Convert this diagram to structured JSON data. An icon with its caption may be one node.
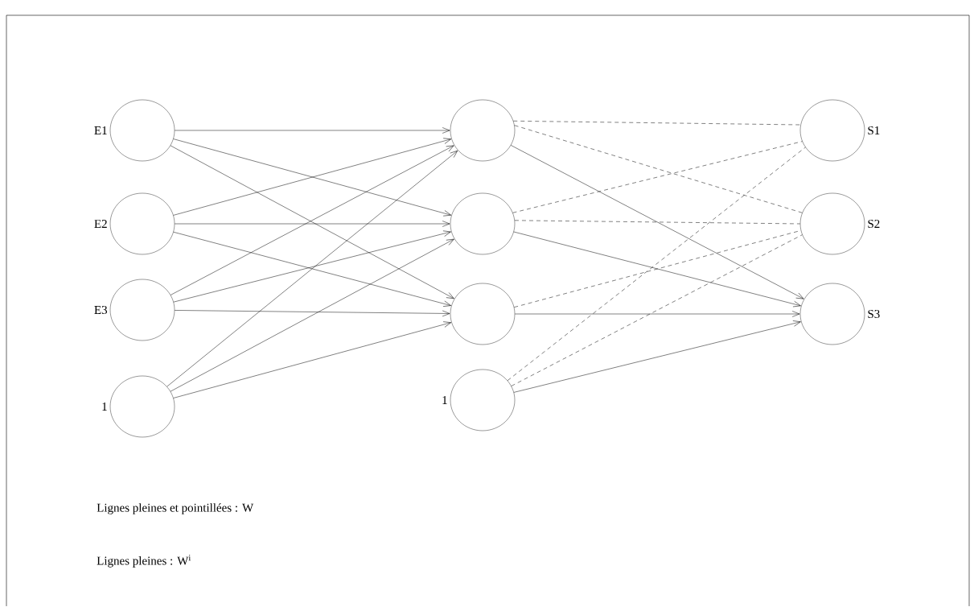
{
  "diagram": {
    "nodes": [
      {
        "text": [
          "E1"
        ]
      },
      {
        "text": [
          "E2"
        ]
      },
      {
        "text": [
          "E3"
        ]
      },
      {
        "text": [
          "1"
        ]
      },
      {
        "text": [],
        "shape": "ellipse"
      },
      {
        "text": [],
        "shape": "ellipse"
      },
      {
        "text": [],
        "shape": "ellipse"
      },
      {
        "text": [
          "1"
        ]
      },
      {
        "text": [
          "S1"
        ]
      },
      {
        "text": [
          "S2"
        ]
      },
      {
        "text": [
          "S3"
        ]
      }
    ],
    "edges": [
      {
        "from": 0,
        "to": 4,
        "arrow": "to"
      },
      {
        "from": 0,
        "to": 5,
        "arrow": "to"
      },
      {
        "from": 0,
        "to": 6,
        "arrow": "to"
      },
      {
        "from": 1,
        "to": 4,
        "arrow": "to"
      },
      {
        "from": 1,
        "to": 5,
        "arrow": "to"
      },
      {
        "from": 1,
        "to": 6,
        "arrow": "to"
      },
      {
        "from": 2,
        "to": 4,
        "arrow": "to"
      },
      {
        "from": 2,
        "to": 5,
        "arrow": "to"
      },
      {
        "from": 2,
        "to": 6,
        "arrow": "to"
      },
      {
        "from": 3,
        "to": 4,
        "arrow": "to"
      },
      {
        "from": 3,
        "to": 5,
        "arrow": "to"
      },
      {
        "from": 3,
        "to": 6,
        "arrow": "to"
      },
      {
        "from": 4,
        "to": 10,
        "arrow": "to"
      },
      {
        "from": 5,
        "to": 10,
        "arrow": "to"
      },
      {
        "from": 6,
        "to": 10,
        "arrow": "to"
      },
      {
        "from": 7,
        "to": 10,
        "arrow": "to"
      },
      {
        "from": 4,
        "to": 8,
        "arrow": "none",
        "style": "dashed"
      },
      {
        "from": 4,
        "to": 9,
        "arrow": "none",
        "style": "dashed"
      },
      {
        "from": 5,
        "to": 8,
        "arrow": "none",
        "style": "dashed"
      },
      {
        "from": 5,
        "to": 9,
        "arrow": "none",
        "style": "dashed"
      },
      {
        "from": 6,
        "to": 9,
        "arrow": "none",
        "style": "dashed"
      },
      {
        "from": 7,
        "to": 8,
        "arrow": "none",
        "style": "dashed"
      },
      {
        "from": 7,
        "to": 9,
        "arrow": "none",
        "style": "dashed"
      }
    ],
    "labels": [
      "Lignes pleines et pointillées : W",
      "Lignes  pleines : W$^{i}$"
    ]
  }
}
